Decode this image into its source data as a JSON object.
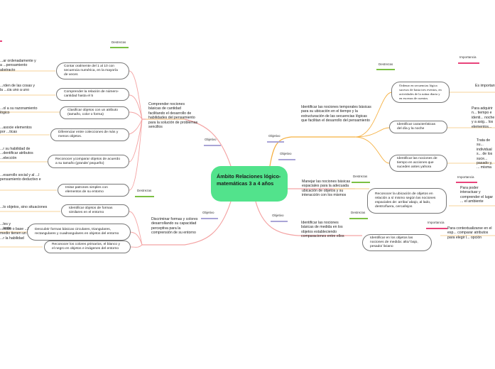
{
  "center": {
    "title": "Ámbito Relaciones lógico-matemáticas 3 a 4 años"
  },
  "labels": {
    "destrezas": "Destrezas",
    "objetivo": "Objetivo",
    "importancia": "Importancia"
  },
  "colors": {
    "center": "#52e38c",
    "destrezas_bar": "#7bc043",
    "objetivo_bar": "#a9a4d6",
    "importancia_bar": "#e8437a",
    "branch_red": "#f4a3a3",
    "branch_orange": "#f5b041"
  },
  "left": {
    "objective1": {
      "text": "Comprender nociones básicas de cantidad facilitando el desarrollo de habilidades del pensamiento para la solución de problemas sencillos",
      "skills": [
        {
          "node": "Contar oralmente del 1 al 10 con secuencia numérica, en la mayoría de veces",
          "importance": "...ar ordenadamente y a ...pensamiento abstracto"
        },
        {
          "node": "Comprender la relación de número-cantidad hasta el 5",
          "importance": "...rden de las cosas y la ...cia uno a uno"
        },
        {
          "node": "Clasificar objetos con un atributo (tamaño, color o forma)",
          "importance": "...ol a su razonamiento lógico"
        },
        {
          "node": "Diferenciar entre colecciones de más y menos objetos.",
          "importance": "...asocie elementos por ...ticas"
        },
        {
          "node": "Reconocer ycomparar objetos de acuerdo a su tamaño (grande/ pequeño)",
          "importance": "...r su habilidad de ...dentificar atributos ...elección"
        },
        {
          "node": "Imitar patrones simples con elementos de su entorno",
          "importance": "...esarrollo social y al ...l pensamiento deductivo e"
        }
      ]
    },
    "objective2": {
      "text": "Discriminar formas y colores desarrollando su capacidad perceptiva para la comprensión de su entorno",
      "skills": [
        {
          "node": "Identificar objetos de formas similares en el entorno",
          "importance": "...lo objetos, sino situaciones"
        },
        {
          "node": "Descubrir formas básicas circulares, triangulares, rectangulares y cuadrangulares en objetos del entorno",
          "importance": "...les y ...iento"
        },
        {
          "node": "Reconocer los colores primarios, el blanco y el negro en objetos e imágenes del entorno",
          "importance": "...inicio o base ...l medio tienen un ...r la habilidad"
        }
      ]
    }
  },
  "right": {
    "objective1": {
      "text": "Identificar las nociones temporales básicas para su ubicación en el tiempo y la estructuración de las secuencias lógicas que facilitan el desarrollo del pensamiento",
      "skills": [
        {
          "node": "Ordenar en secuencias lógica sucesos de hasta tres eventos, en actividades de la rutina diaria y en escenas de cuentos.",
          "importance": "Es importante ... aprenda el o... ocurren las c..."
        },
        {
          "node": "Identificar características del día y la noche",
          "importance": "Para adquirir n... tiempo e identi... noche y a asig... los elementos..."
        },
        {
          "node": "Identificar las nociones de tiempo en acciones que suceden antes yahora",
          "importance": "Trata de su... individual s... de los suce... pasado y, ... misma"
        }
      ]
    },
    "objective2": {
      "text": "Manejar las nociones básicas espaciales para la adecuada ubicación de objetos y su interacción con los mismos",
      "skills": [
        {
          "node": "Reconocer la ubicación de objetos en relación a sí mismo según las nociones espaciales de: arriba/ abajo, al lado, dentro/fuera, cerca/lejos",
          "importance": "Para poder interactuar y comprender el lugar ... el ambiente"
        }
      ]
    },
    "objective3": {
      "text": "Identificar las nociones básicas de medida en los objetos estableciendo comparaciones entre ellos",
      "skills": [
        {
          "node": "Identificar en los objetos las nociones de medida: alto/ bajo, pesado/ liviano",
          "importance": "Para contextualizarse en el esp... comparar atributos para elegir l... opción"
        }
      ]
    }
  }
}
